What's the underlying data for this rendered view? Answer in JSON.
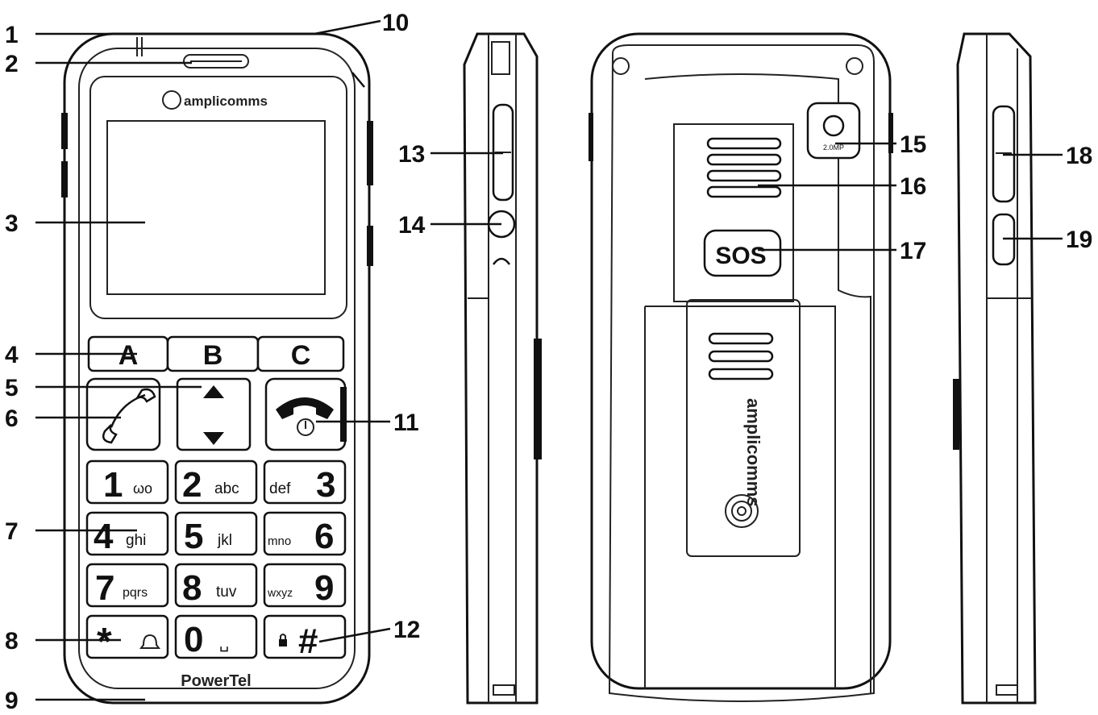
{
  "colors": {
    "ink": "#111111",
    "paper": "#ffffff"
  },
  "brand": {
    "logo_text": "amplicomms",
    "model_text": "PowerTel"
  },
  "back_panel": {
    "sos_label": "SOS",
    "camera_label": "2.0MP"
  },
  "keypad": {
    "soft_keys": [
      "A",
      "B",
      "C"
    ],
    "keys": [
      {
        "main": "1",
        "sub": "ωο"
      },
      {
        "main": "2",
        "sub": "abc"
      },
      {
        "main": "3",
        "sub": "def"
      },
      {
        "main": "4",
        "sub": "ghi"
      },
      {
        "main": "5",
        "sub": "jkl"
      },
      {
        "main": "6",
        "sub": "mno"
      },
      {
        "main": "7",
        "sub": "pqrs"
      },
      {
        "main": "8",
        "sub": "tuv"
      },
      {
        "main": "9",
        "sub": "wxyz"
      },
      {
        "main": "*",
        "sub": ""
      },
      {
        "main": "0",
        "sub": "␣"
      },
      {
        "main": "#",
        "sub": ""
      }
    ]
  },
  "callouts": [
    "1",
    "2",
    "3",
    "4",
    "5",
    "6",
    "7",
    "8",
    "9",
    "10",
    "11",
    "12",
    "13",
    "14",
    "15",
    "16",
    "17",
    "18",
    "19"
  ]
}
